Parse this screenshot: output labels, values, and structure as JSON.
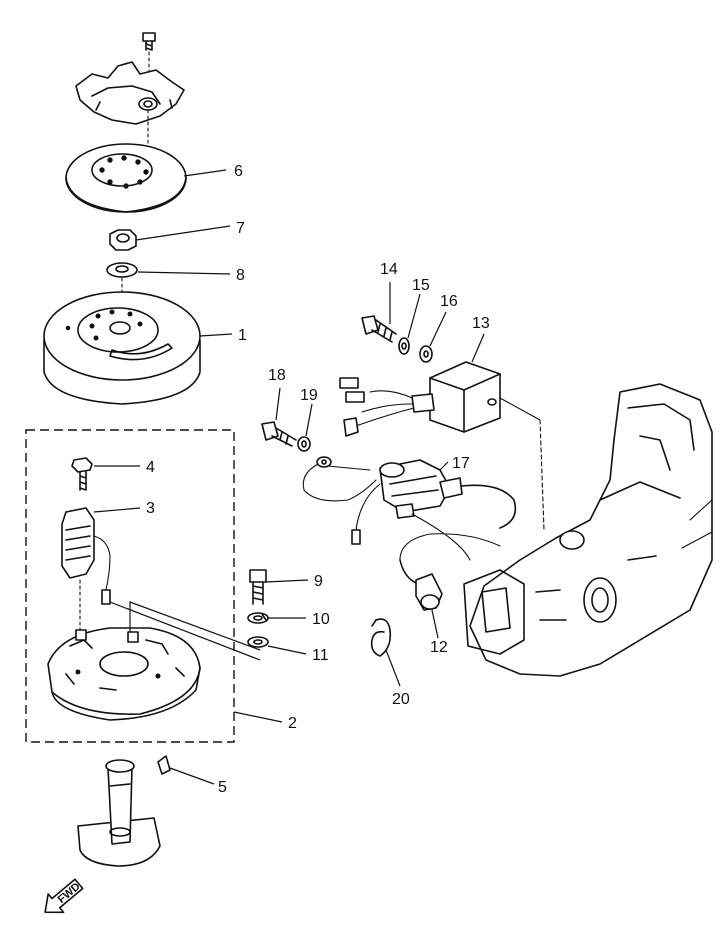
{
  "labels": {
    "p1": "1",
    "p2": "2",
    "p3": "3",
    "p4": "4",
    "p5": "5",
    "p6": "6",
    "p7": "7",
    "p8": "8",
    "p9": "9",
    "p10": "10",
    "p11": "11",
    "p12": "12",
    "p13": "13",
    "p14": "14",
    "p15": "15",
    "p16": "16",
    "p17": "17",
    "p18": "18",
    "p19": "19",
    "p20": "20"
  },
  "fwd_label": "FWD"
}
